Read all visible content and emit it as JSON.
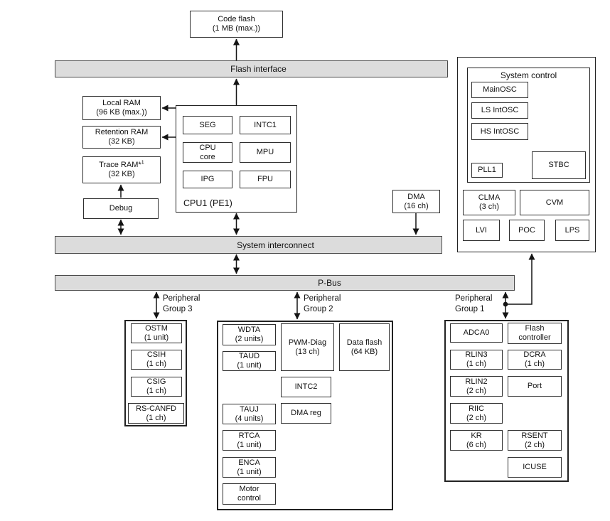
{
  "colors": {
    "background": "#ffffff",
    "bus_fill": "#dcdcdc",
    "box_border": "#2f2f2f",
    "line": "#141414"
  },
  "top": {
    "code_flash": {
      "name": "Code flash",
      "sub": "(1 MB (max.))"
    }
  },
  "buses": {
    "flash_interface": "Flash interface",
    "system_interconnect": "System interconnect",
    "p_bus": "P-Bus"
  },
  "memory": {
    "local_ram": {
      "name": "Local RAM",
      "sub": "(96 KB (max.))"
    },
    "retention_ram": {
      "name": "Retention RAM",
      "sub": "(32 KB)"
    },
    "trace_ram": {
      "name": "Trace RAM*",
      "sup": "1",
      "sub": "(32 KB)"
    },
    "debug": {
      "name": "Debug",
      "sub": ""
    }
  },
  "cpu": {
    "label": "CPU1 (PE1)",
    "seg": {
      "name": "SEG",
      "sub": ""
    },
    "intc1": {
      "name": "INTC1",
      "sub": ""
    },
    "cpu_core": {
      "name": "CPU",
      "sub": "core"
    },
    "mpu": {
      "name": "MPU",
      "sub": ""
    },
    "ipg": {
      "name": "IPG",
      "sub": ""
    },
    "fpu": {
      "name": "FPU",
      "sub": ""
    }
  },
  "dma": {
    "name": "DMA",
    "sub": "(16 ch)"
  },
  "system_control": {
    "title": "System control",
    "mainosc": {
      "name": "MainOSC",
      "sub": ""
    },
    "ls_intosc": {
      "name": "LS IntOSC",
      "sub": ""
    },
    "hs_intosc": {
      "name": "HS IntOSC",
      "sub": ""
    },
    "pll1": {
      "name": "PLL1",
      "sub": ""
    },
    "stbc": {
      "name": "STBC",
      "sub": ""
    },
    "clma": {
      "name": "CLMA",
      "sub": "(3 ch)"
    },
    "cvm": {
      "name": "CVM",
      "sub": ""
    },
    "lvi": {
      "name": "LVI",
      "sub": ""
    },
    "poc": {
      "name": "POC",
      "sub": ""
    },
    "lps": {
      "name": "LPS",
      "sub": ""
    }
  },
  "peripheral_groups": {
    "group3": {
      "label": [
        "Peripheral",
        "Group 3"
      ],
      "ostm": {
        "name": "OSTM",
        "sub": "(1 unit)"
      },
      "csih": {
        "name": "CSIH",
        "sub": "(1 ch)"
      },
      "csig": {
        "name": "CSIG",
        "sub": "(1 ch)"
      },
      "rs_canfd": {
        "name": "RS-CANFD",
        "sub": "(1 ch)"
      }
    },
    "group2": {
      "label": [
        "Peripheral",
        "Group 2"
      ],
      "wdta": {
        "name": "WDTA",
        "sub": "(2 units)"
      },
      "taud": {
        "name": "TAUD",
        "sub": "(1 unit)"
      },
      "pwm_diag": {
        "name": "PWM-Diag",
        "sub": "(13 ch)"
      },
      "data_flash": {
        "name": "Data flash",
        "sub": "(64 KB)"
      },
      "intc2": {
        "name": "INTC2",
        "sub": ""
      },
      "tauj": {
        "name": "TAUJ",
        "sub": "(4 units)"
      },
      "dma_reg": {
        "name": "DMA reg",
        "sub": ""
      },
      "rtca": {
        "name": "RTCA",
        "sub": "(1 unit)"
      },
      "enca": {
        "name": "ENCA",
        "sub": "(1 unit)"
      },
      "motor_control": {
        "name": "Motor",
        "sub": "control"
      }
    },
    "group1": {
      "label": [
        "Peripheral",
        "Group 1"
      ],
      "adca0": {
        "name": "ADCA0",
        "sub": ""
      },
      "flash_controller": {
        "name": "Flash",
        "sub": "controller"
      },
      "rlin3": {
        "name": "RLIN3",
        "sub": "(1 ch)"
      },
      "dcra": {
        "name": "DCRA",
        "sub": "(1 ch)"
      },
      "rlin2": {
        "name": "RLIN2",
        "sub": "(2 ch)"
      },
      "port": {
        "name": "Port",
        "sub": ""
      },
      "riic": {
        "name": "RIIC",
        "sub": "(2 ch)"
      },
      "kr": {
        "name": "KR",
        "sub": "(6 ch)"
      },
      "rsent": {
        "name": "RSENT",
        "sub": "(2 ch)"
      },
      "icuse": {
        "name": "ICUSE",
        "sub": ""
      }
    }
  }
}
